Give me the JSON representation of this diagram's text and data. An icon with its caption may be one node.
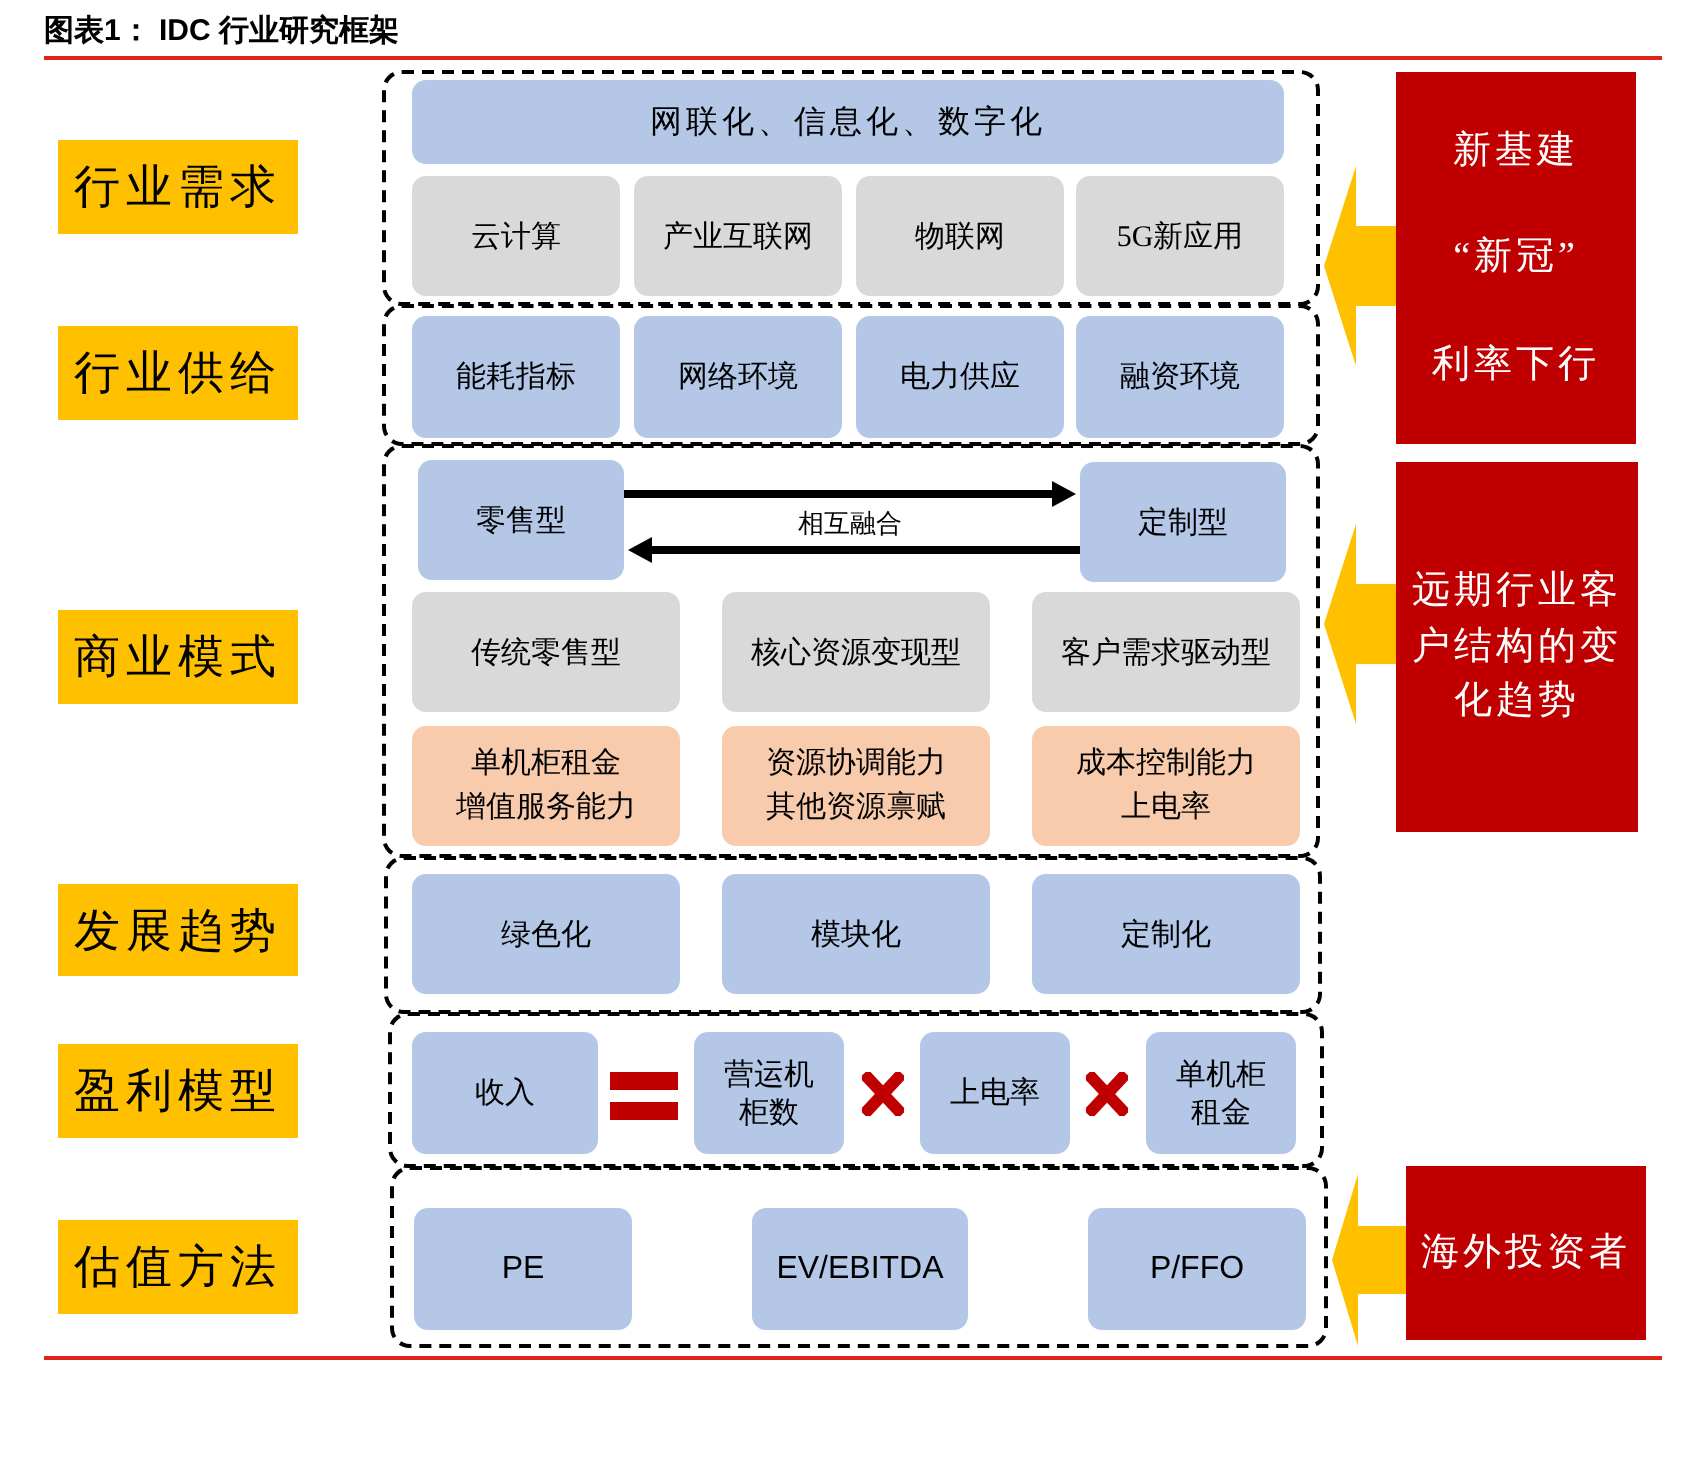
{
  "diagram": {
    "title": "图表1： IDC 行业研究框架",
    "nodes": [
      {
        "text": [
          "行业需求"
        ]
      },
      {
        "text": [],
        "shape": "box"
      },
      {
        "text": [
          "网联化、信息化、数字化"
        ],
        "in": 1
      },
      {
        "text": [
          "云计算"
        ],
        "in": 1
      },
      {
        "text": [
          "产业互联网"
        ],
        "in": 1
      },
      {
        "text": [
          "物联网"
        ],
        "in": 1
      },
      {
        "text": [
          "5G新应用"
        ],
        "in": 1
      },
      {
        "text": [
          "新基建",
          "“新冠”",
          "利率下行"
        ]
      },
      {
        "text": [
          "行业供给"
        ]
      },
      {
        "text": [],
        "shape": "box"
      },
      {
        "text": [
          "能耗指标"
        ],
        "in": 9
      },
      {
        "text": [
          "网络环境"
        ],
        "in": 9
      },
      {
        "text": [
          "电力供应"
        ],
        "in": 9
      },
      {
        "text": [
          "融资环境"
        ],
        "in": 9
      },
      {
        "text": [
          "商业模式"
        ]
      },
      {
        "text": [],
        "shape": "box"
      },
      {
        "text": [
          "零售型"
        ],
        "in": 15
      },
      {
        "text": [
          "定制型"
        ],
        "in": 15
      },
      {
        "text": [
          "传统零售型"
        ],
        "in": 15
      },
      {
        "text": [
          "核心资源变现型"
        ],
        "in": 15
      },
      {
        "text": [
          "客户需求驱动型"
        ],
        "in": 15
      },
      {
        "text": [
          "单机柜租金",
          "增值服务能力"
        ],
        "in": 15
      },
      {
        "text": [
          "资源协调能力",
          "其他资源禀赋"
        ],
        "in": 15
      },
      {
        "text": [
          "成本控制能力",
          "上电率"
        ],
        "in": 15
      },
      {
        "text": [
          "远期行业客户结构的变化趋势"
        ]
      },
      {
        "text": [
          "发展趋势"
        ]
      },
      {
        "text": [],
        "shape": "box"
      },
      {
        "text": [
          "绿色化"
        ],
        "in": 26
      },
      {
        "text": [
          "模块化"
        ],
        "in": 26
      },
      {
        "text": [
          "定制化"
        ],
        "in": 26
      },
      {
        "text": [
          "盈利模型"
        ]
      },
      {
        "text": [],
        "shape": "box"
      },
      {
        "text": [
          "收入"
        ],
        "in": 31
      },
      {
        "text": [
          "营运机柜数"
        ],
        "in": 31
      },
      {
        "text": [
          "上电率"
        ],
        "in": 31
      },
      {
        "text": [
          "单机柜租金"
        ],
        "in": 31
      },
      {
        "text": [
          "估值方法"
        ]
      },
      {
        "text": [],
        "shape": "box"
      },
      {
        "text": [
          "PE"
        ],
        "in": 37
      },
      {
        "text": [
          "EV/EBITDA"
        ],
        "in": 37
      },
      {
        "text": [
          "P/FFO"
        ],
        "in": 37
      },
      {
        "text": [
          "海外投资者"
        ]
      }
    ],
    "edges": [
      {
        "from": 16,
        "to": 17,
        "arrow": "to",
        "label": "相互融合",
        "color": "#000000"
      },
      {
        "from": 17,
        "to": 16,
        "arrow": "to",
        "color": "#000000"
      },
      {
        "from": 7,
        "to": 1,
        "arrow": "to",
        "color": "#ffc000"
      },
      {
        "from": 24,
        "to": 15,
        "arrow": "to",
        "color": "#ffc000"
      },
      {
        "from": 41,
        "to": 37,
        "arrow": "to",
        "color": "#ffc000"
      }
    ]
  }
}
